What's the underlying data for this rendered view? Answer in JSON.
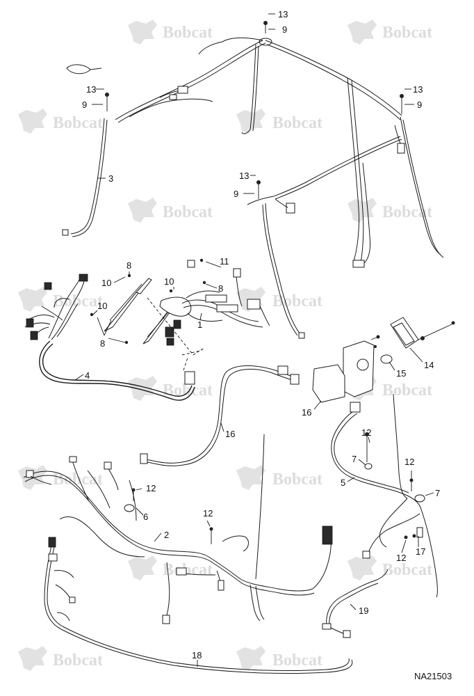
{
  "watermark": {
    "brand": "Bobcat"
  },
  "document_id": "NA21503",
  "callouts": [
    {
      "id": "c13a",
      "label": "13"
    },
    {
      "id": "c9a",
      "label": "9"
    },
    {
      "id": "c13b",
      "label": "13"
    },
    {
      "id": "c9b",
      "label": "9"
    },
    {
      "id": "c13c",
      "label": "13"
    },
    {
      "id": "c9c",
      "label": "9"
    },
    {
      "id": "c3",
      "label": "3"
    },
    {
      "id": "c13d",
      "label": "13"
    },
    {
      "id": "c9d",
      "label": "9"
    },
    {
      "id": "c8a",
      "label": "8"
    },
    {
      "id": "c10a",
      "label": "10"
    },
    {
      "id": "c11",
      "label": "11"
    },
    {
      "id": "c10b",
      "label": "10"
    },
    {
      "id": "c8b",
      "label": "8"
    },
    {
      "id": "c10c",
      "label": "10"
    },
    {
      "id": "c1",
      "label": "1"
    },
    {
      "id": "c8c",
      "label": "8"
    },
    {
      "id": "c4",
      "label": "4"
    },
    {
      "id": "c14",
      "label": "14"
    },
    {
      "id": "c15",
      "label": "15"
    },
    {
      "id": "c16a",
      "label": "16"
    },
    {
      "id": "c16b",
      "label": "16"
    },
    {
      "id": "c12a",
      "label": "12"
    },
    {
      "id": "c7a",
      "label": "7"
    },
    {
      "id": "c12b",
      "label": "12"
    },
    {
      "id": "c5",
      "label": "5"
    },
    {
      "id": "c7b",
      "label": "7"
    },
    {
      "id": "c12c",
      "label": "12"
    },
    {
      "id": "c6",
      "label": "6"
    },
    {
      "id": "c12d",
      "label": "12"
    },
    {
      "id": "c2",
      "label": "2"
    },
    {
      "id": "c12e",
      "label": "12"
    },
    {
      "id": "c17",
      "label": "17"
    },
    {
      "id": "c19",
      "label": "19"
    },
    {
      "id": "c18",
      "label": "18"
    }
  ]
}
